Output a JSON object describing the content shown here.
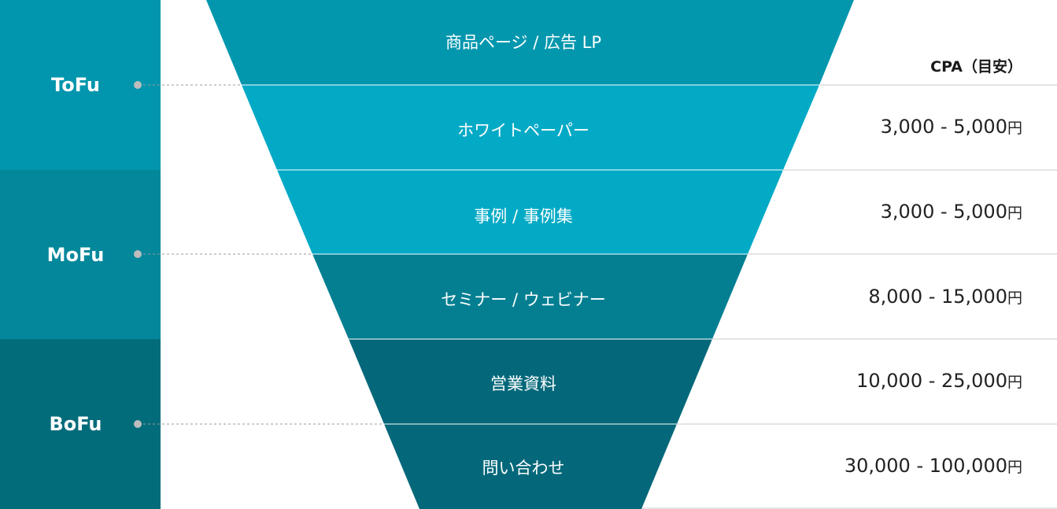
{
  "stages": [
    {
      "label": "ToFu",
      "color": "#0196ad"
    },
    {
      "label": "MoFu",
      "color": "#02879b"
    },
    {
      "label": "BoFu",
      "color": "#036c7b"
    }
  ],
  "funnel": {
    "levels": [
      {
        "label": "商品ページ / 広告 LP",
        "color": "#0397ae"
      },
      {
        "label": "ホワイトペーパー",
        "color": "#03aac6"
      },
      {
        "label": "事例 / 事例集",
        "color": "#03aac6"
      },
      {
        "label": "セミナー / ウェビナー",
        "color": "#047f92"
      },
      {
        "label": "営業資料",
        "color": "#04687a"
      },
      {
        "label": "問い合わせ",
        "color": "#04687a"
      }
    ]
  },
  "cpa": {
    "header": "CPA（目安）",
    "unit": "円",
    "rows": [
      {
        "range": "3,000 - 5,000"
      },
      {
        "range": "3,000 - 5,000"
      },
      {
        "range": "8,000 - 15,000"
      },
      {
        "range": "10,000 - 25,000"
      },
      {
        "range": "30,000 - 100,000"
      }
    ]
  },
  "colors": {
    "divider": "#c9c9c9",
    "connector": "#9a9a9a",
    "white": "#ffffff"
  }
}
